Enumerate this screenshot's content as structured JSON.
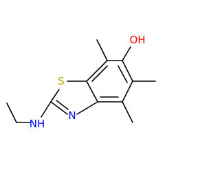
{
  "molecule": {
    "atoms": {
      "oh": "OH",
      "s": "S",
      "n": "N",
      "nh": "NH"
    },
    "colors": {
      "bond": "#000000",
      "oxygen": "#ff0000",
      "sulfur": "#b8a600",
      "nitrogen": "#0000ff"
    }
  }
}
